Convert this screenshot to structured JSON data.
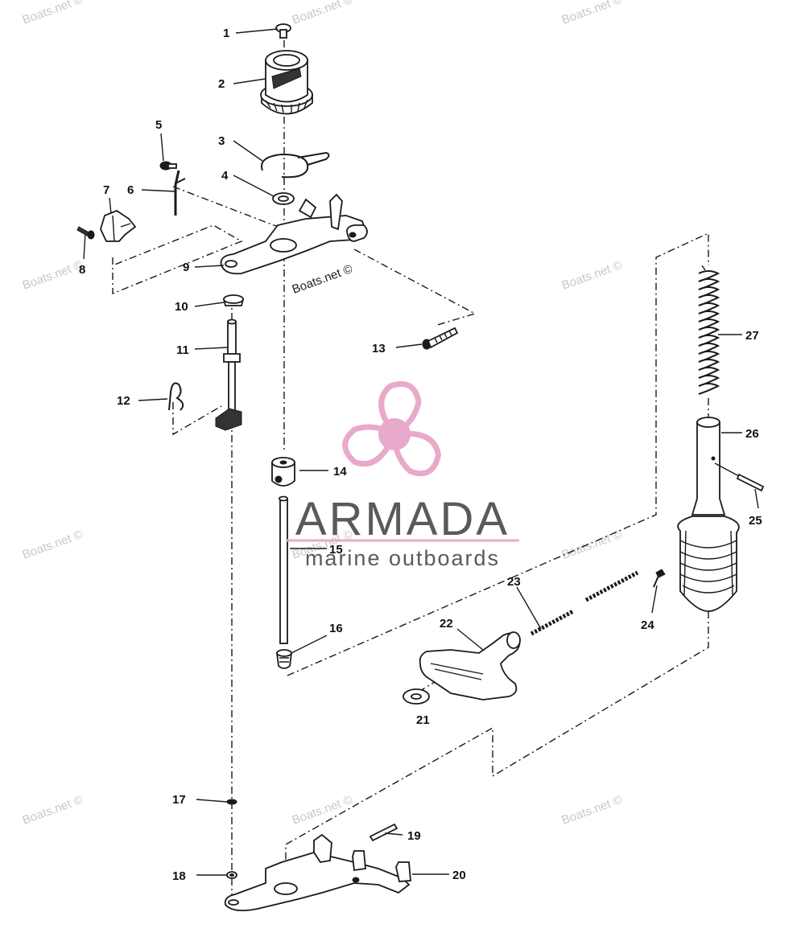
{
  "watermark": {
    "text": "Boats.net ©"
  },
  "brand": {
    "name": "ARMADA",
    "tagline": "marine outboards",
    "color": "#e9a9cb"
  },
  "callouts": {
    "c1": "1",
    "c2": "2",
    "c3": "3",
    "c4": "4",
    "c5": "5",
    "c6": "6",
    "c7": "7",
    "c8": "8",
    "c9": "9",
    "c10": "10",
    "c11": "11",
    "c12": "12",
    "c13": "13",
    "c14": "14",
    "c15": "15",
    "c16": "16",
    "c17": "17",
    "c18": "18",
    "c19": "19",
    "c20": "20",
    "c21": "21",
    "c22": "22",
    "c23": "23",
    "c24": "24",
    "c25": "25",
    "c26": "26",
    "c27": "27"
  }
}
